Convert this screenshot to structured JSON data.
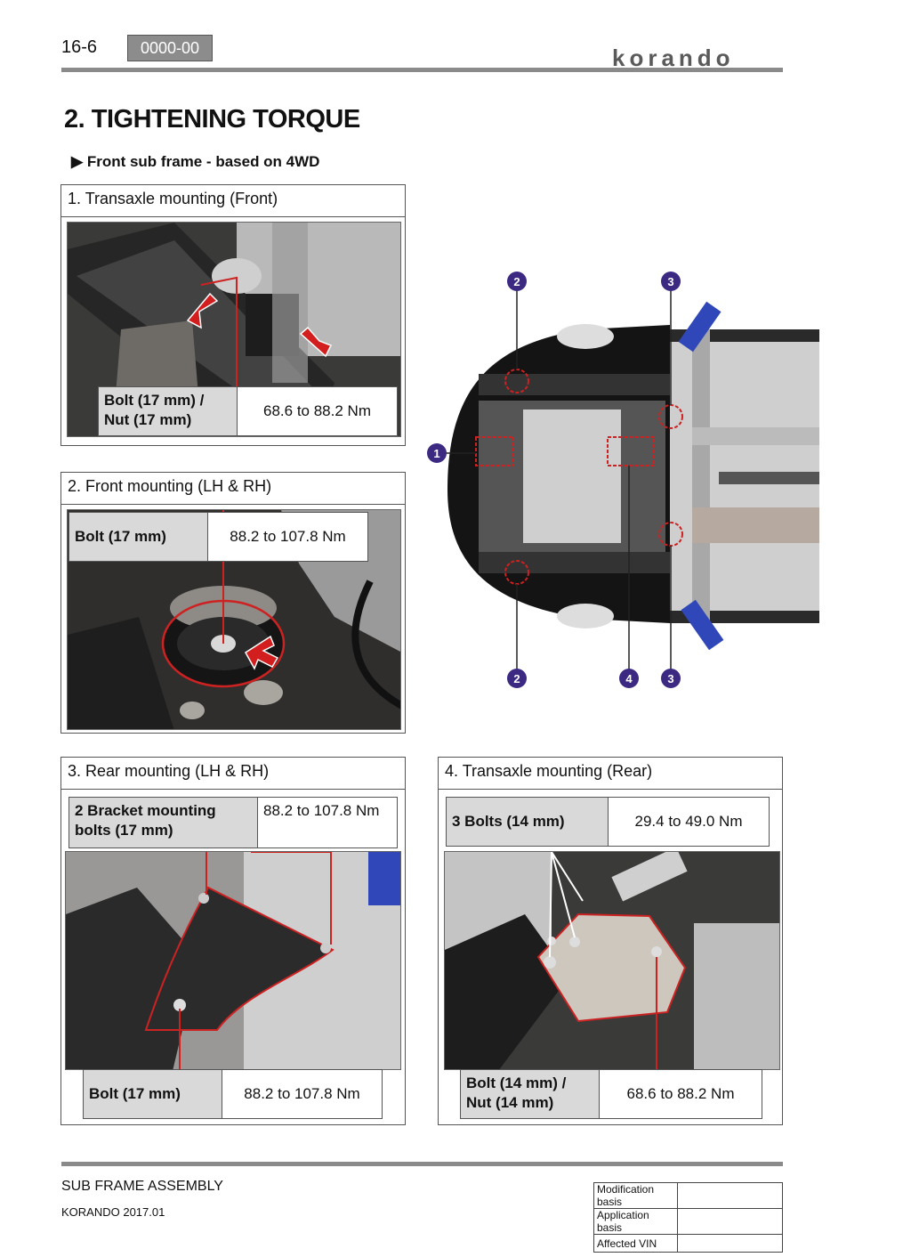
{
  "header": {
    "page_number": "16-6",
    "code": "0000-00",
    "brand": "korando"
  },
  "title": "2. TIGHTENING TORQUE",
  "subtitle": "Front sub frame - based on 4WD",
  "panels": {
    "p1": {
      "title": "1. Transaxle mounting (Front)",
      "spec": {
        "key": "Bolt (17 mm) / Nut (17 mm)",
        "value": "68.6 to 88.2 Nm"
      }
    },
    "p2": {
      "title": "2. Front mounting (LH & RH)",
      "spec": {
        "key": "Bolt (17 mm)",
        "value": "88.2 to 107.8 Nm"
      }
    },
    "p3": {
      "title": "3. Rear mounting (LH & RH)",
      "spec_top": {
        "key": "2 Bracket mounting bolts (17 mm)",
        "value": "88.2 to 107.8 Nm"
      },
      "spec_bottom": {
        "key": "Bolt (17 mm)",
        "value": "88.2 to 107.8 Nm"
      }
    },
    "p4": {
      "title": "4. Transaxle mounting (Rear)",
      "spec_top": {
        "key": "3 Bolts (14 mm)",
        "value": "29.4 to 49.0 Nm"
      },
      "spec_bottom": {
        "key": "Bolt (14 mm) / Nut (14 mm)",
        "value": "68.6 to 88.2 Nm"
      }
    }
  },
  "callouts": {
    "c1": "1",
    "c2": "2",
    "c3": "3",
    "c4": "4"
  },
  "footer": {
    "section": "SUB FRAME ASSEMBLY",
    "model": "KORANDO 2017.01",
    "rows": [
      {
        "label": "Modification basis",
        "value": ""
      },
      {
        "label": "Application basis",
        "value": ""
      },
      {
        "label": "Affected VIN",
        "value": ""
      }
    ]
  },
  "colors": {
    "accent": "#cc2222",
    "callout": "#3c2a82",
    "rule": "#8a8a8a"
  }
}
